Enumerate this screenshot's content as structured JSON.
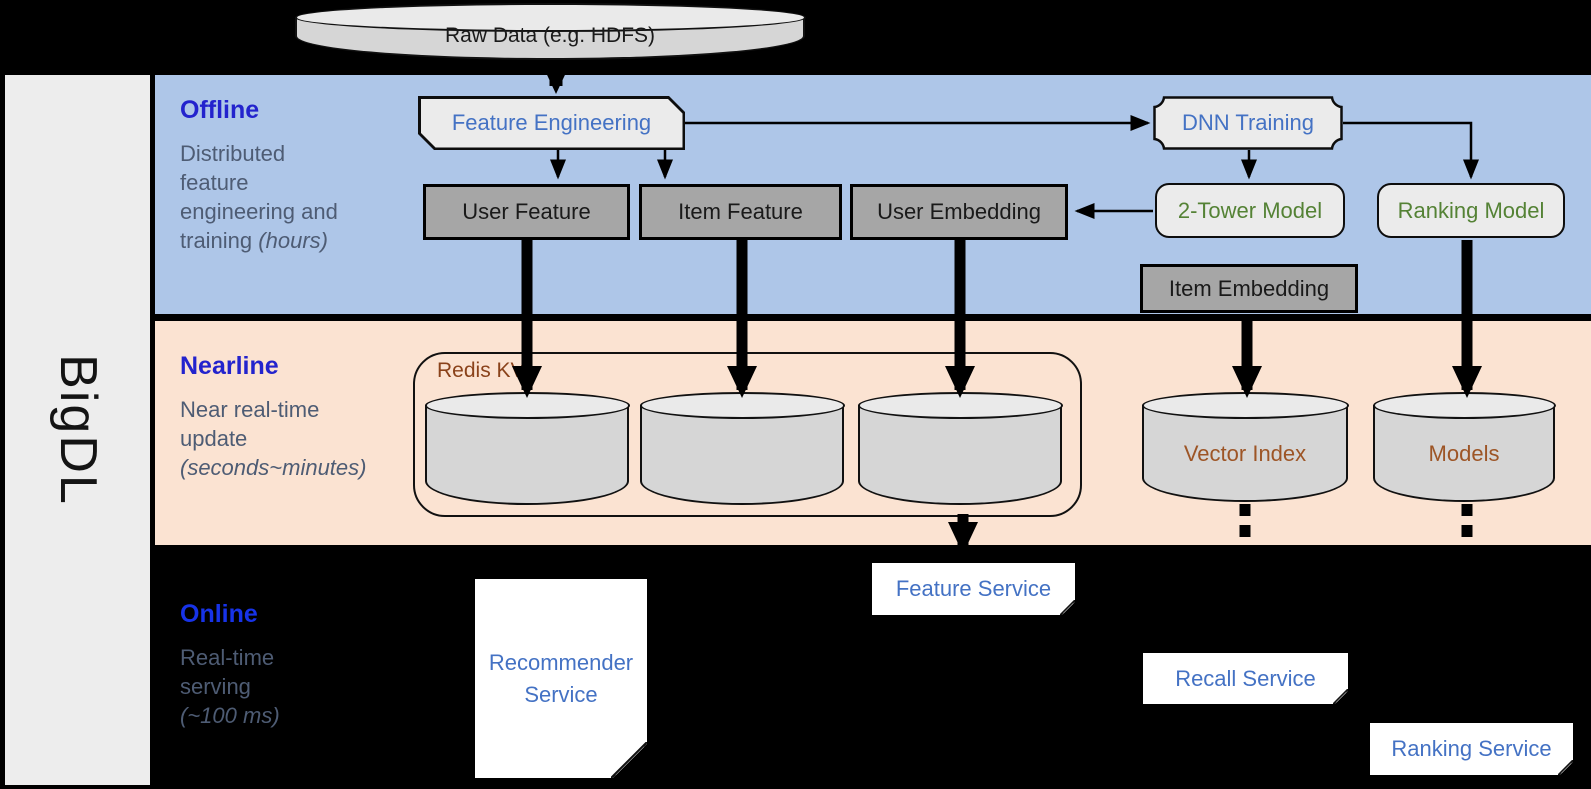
{
  "brand": {
    "label": "BigDL"
  },
  "raw_data": {
    "label": "Raw Data (e.g. HDFS)"
  },
  "sections": {
    "offline": {
      "title": "Offline",
      "subtitle_lines": [
        "Distributed",
        "feature",
        "engineering and"
      ],
      "subtitle_tail": "training",
      "note": "(hours)"
    },
    "nearline": {
      "title": "Nearline",
      "subtitle_lines": [
        "Near real-time",
        "update"
      ],
      "note": "(seconds~minutes)"
    },
    "online": {
      "title": "Online",
      "subtitle_lines": [
        "Real-time",
        "serving"
      ],
      "note": "(~100 ms)"
    }
  },
  "offline_nodes": {
    "feature_engineering": "Feature Engineering",
    "dnn_training": "DNN Training",
    "user_feature": "User Feature",
    "item_feature": "Item Feature",
    "user_embedding": "User Embedding",
    "two_tower_model": "2-Tower Model",
    "ranking_model": "Ranking Model",
    "item_embedding": "Item Embedding"
  },
  "nearline_nodes": {
    "redis_kv": "Redis KV",
    "vector_index": "Vector Index",
    "models": "Models"
  },
  "online_nodes": {
    "recommender_service": "Recommender Service",
    "feature_service": "Feature Service",
    "recall_service": "Recall Service",
    "ranking_service": "Ranking Service"
  },
  "colors": {
    "offline_band": "#aec6e8",
    "nearline_band": "#fbe3d2",
    "online_background": "#000000",
    "gray_box_fill": "#a6a6a6",
    "node_fill": "#ebebeb",
    "blue_text": "#4472c4",
    "green_text": "#548235",
    "brown_text": "#9d5526",
    "redis_brown": "#8a421a",
    "section_title_blue": "#2323cd",
    "online_title_blue": "#1733e8",
    "subtitle_gray": "#4e5c74"
  }
}
